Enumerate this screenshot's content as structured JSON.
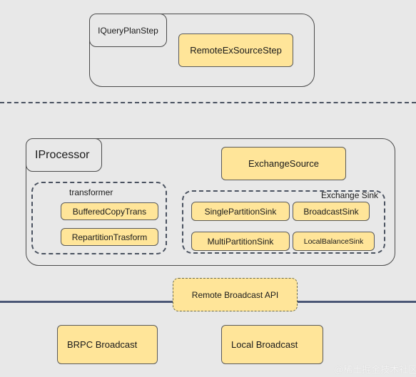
{
  "query_plan": {
    "interface_label": "IQueryPlanStep",
    "step": "RemoteExSourceStep"
  },
  "processor": {
    "interface_label": "IProcessor",
    "exchange_source": "ExchangeSource",
    "transformer": {
      "label": "transformer",
      "items": [
        "BufferedCopyTrans",
        "RepartitionTrasform"
      ]
    },
    "exchange_sink": {
      "label": "Exchange Sink",
      "items": [
        "SinglePartitionSink",
        "BroadcastSink",
        "MultiPartitionSink",
        "LocalBalanceSink"
      ]
    }
  },
  "api": "Remote Broadcast API",
  "broadcasts": [
    "BRPC Broadcast",
    "Local Broadcast"
  ],
  "watermark": "@稀土掘金技术社区"
}
